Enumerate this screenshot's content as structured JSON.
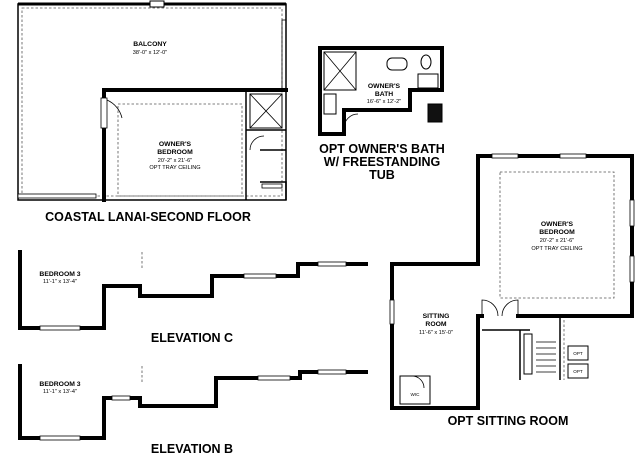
{
  "plans": {
    "coastal": {
      "title": "COASTAL LANAI-SECOND FLOOR",
      "balcony": {
        "name": "BALCONY",
        "dims": "38'-0\" x 12'-0\""
      },
      "owners_bedroom": {
        "name_1": "OWNER'S",
        "name_2": "BEDROOM",
        "dims": "20'-2\" x 21'-6\"",
        "note": "OPT TRAY CEILING"
      }
    },
    "bath": {
      "title_1": "OPT OWNER'S BATH",
      "title_2": "W/ FREESTANDING",
      "title_3": "TUB",
      "room": {
        "name_1": "OWNER'S",
        "name_2": "BATH",
        "dims": "16'-6\" x 12'-2\""
      }
    },
    "elev_c": {
      "title": "ELEVATION C",
      "bedroom": {
        "name": "BEDROOM 3",
        "dims": "11'-1\" x 13'-4\""
      }
    },
    "elev_b": {
      "title": "ELEVATION B",
      "bedroom": {
        "name": "BEDROOM 3",
        "dims": "11'-1\" x 13'-4\""
      }
    },
    "sitting": {
      "title": "OPT SITTING ROOM",
      "owners_bedroom": {
        "name_1": "OWNER'S",
        "name_2": "BEDROOM",
        "dims": "20'-2\" x 21'-6\"",
        "note": "OPT TRAY CEILING"
      },
      "sitting_room": {
        "name_1": "SITTING",
        "name_2": "ROOM",
        "dims": "11'-6\" x 15'-0\""
      },
      "wic": "WIC",
      "opt_1": "OPT",
      "opt_2": "OPT"
    }
  }
}
